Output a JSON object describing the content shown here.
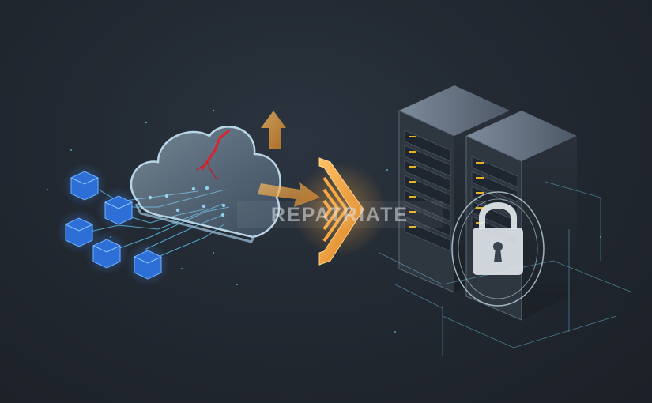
{
  "illustration": {
    "watermark_text": "REPATRIATE",
    "elements": {
      "left": "blue wireframe data cubes connected by circuit lines",
      "center_left": "translucent glass cloud with red crack",
      "center": "orange arrows and orange chevron gate",
      "right": "two server racks with glowing padlock"
    },
    "colors": {
      "background": "#1f242c",
      "cube_blue": "#3a8cff",
      "cloud_edge": "#b9dcf2",
      "crack_red": "#e0202a",
      "arrow_orange": "#f0a640",
      "server_body": "#2c333d",
      "lock_white": "#e6ecf0",
      "circuit_cyan": "#6fd3f2"
    }
  }
}
